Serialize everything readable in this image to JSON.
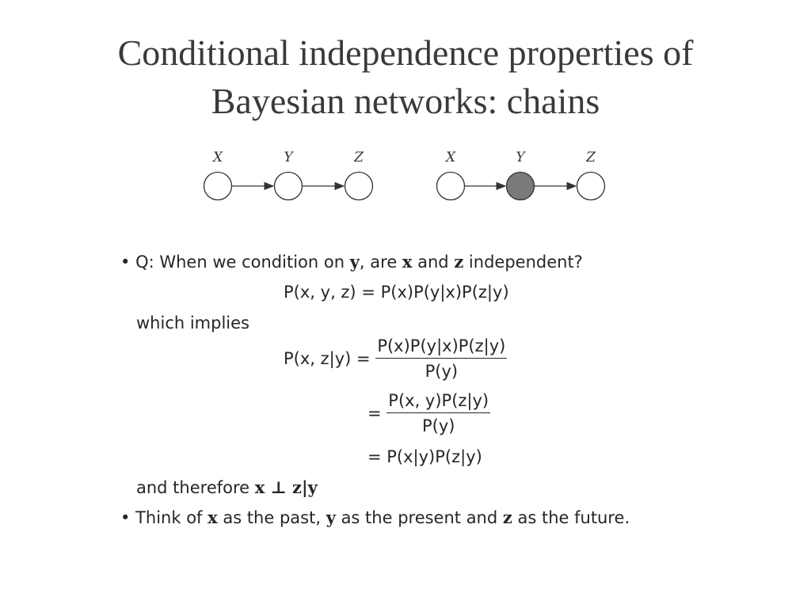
{
  "slide": {
    "title_line1": "Conditional independence properties of",
    "title_line2": "Bayesian networks: chains"
  },
  "graphs": [
    {
      "labels": [
        "X",
        "Y",
        "Z"
      ],
      "observed": [
        false,
        false,
        false
      ]
    },
    {
      "labels": [
        "X",
        "Y",
        "Z"
      ],
      "observed": [
        false,
        true,
        false
      ]
    }
  ],
  "colors": {
    "observed_fill": "#7a7a7a",
    "node_stroke": "#333333",
    "text": "#333333"
  },
  "bullets": {
    "b1_text_a": "Q: When we condition on ",
    "b1_var_y": "y",
    "b1_text_b": ", are ",
    "b1_var_x": "x",
    "b1_text_c": " and ",
    "b1_var_z": "z",
    "b1_text_d": " independent?",
    "eq1_lhs": "P(x, y, z)",
    "eq1_rhs": "= P(x)P(y|x)P(z|y)",
    "which_implies": "which implies",
    "eq2_lhs": "P(x, z|y) =",
    "eq2_num": "P(x)P(y|x)P(z|y)",
    "eq2_den": "P(y)",
    "eq3_eq": "=",
    "eq3_num": "P(x, y)P(z|y)",
    "eq3_den": "P(y)",
    "eq4": "= P(x|y)P(z|y)",
    "therefore_text": "and therefore ",
    "therefore_math": "x ⊥ z|y",
    "b2_text_a": "Think of ",
    "b2_var_x": "x",
    "b2_text_b": " as the past, ",
    "b2_var_y": "y",
    "b2_text_c": " as the present and ",
    "b2_var_z": "z",
    "b2_text_d": " as the future."
  }
}
